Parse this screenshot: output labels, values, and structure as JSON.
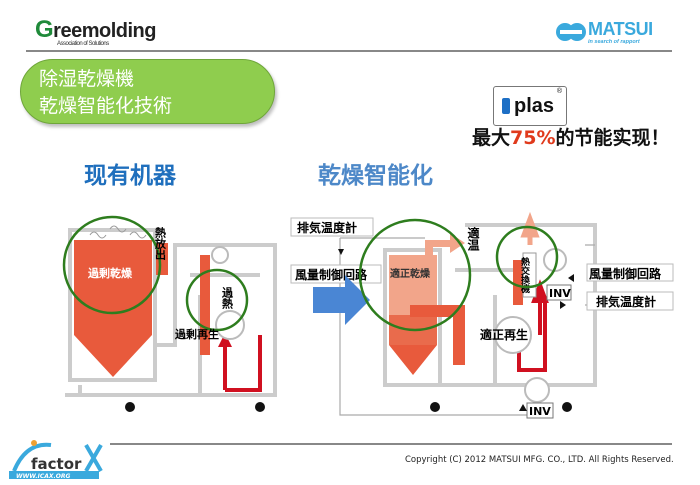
{
  "header": {
    "left_logo": "Greemolding",
    "left_logo_sub": "Association of Solutions",
    "right_logo": "MATSUI",
    "right_logo_sub": "in search of rapport"
  },
  "title": {
    "line1": "除湿乾燥機",
    "line2": "乾燥智能化技術"
  },
  "product": {
    "logo": "plas",
    "claim_prefix": "最大",
    "claim_pct": "75%",
    "claim_suffix": "的节能实现！"
  },
  "left": {
    "heading": "现有机器",
    "labels": {
      "over_dry": "過剰乾燥",
      "heat_release": "熱放出",
      "overheat": "過熱",
      "over_regen": "過剰再生"
    }
  },
  "right": {
    "heading": "乾燥智能化",
    "labels": {
      "exhaust_temp_left": "排気温度計",
      "airflow_left": "風量制御回路",
      "proper_dry": "適正乾燥",
      "proper_temp": "適温",
      "heat_exchanger": "熱交換機",
      "inv_top": "INV",
      "airflow_right": "風量制御回路",
      "exhaust_temp_right": "排気温度計",
      "proper_regen": "適正再生",
      "inv_bottom": "INV"
    }
  },
  "footer": {
    "copyright": "Copyright (C) 2012  MATSUI MFG. CO., LTD.  All Rights Reserved.",
    "icax_logo": "factor",
    "icax_url": "WWW.ICAX.ORG"
  },
  "colors": {
    "green_pill": "#8fcd4e",
    "heading_blue": "#1f6fbd",
    "accent_red": "#e03a1c",
    "circle_green": "#2e7d1e"
  }
}
